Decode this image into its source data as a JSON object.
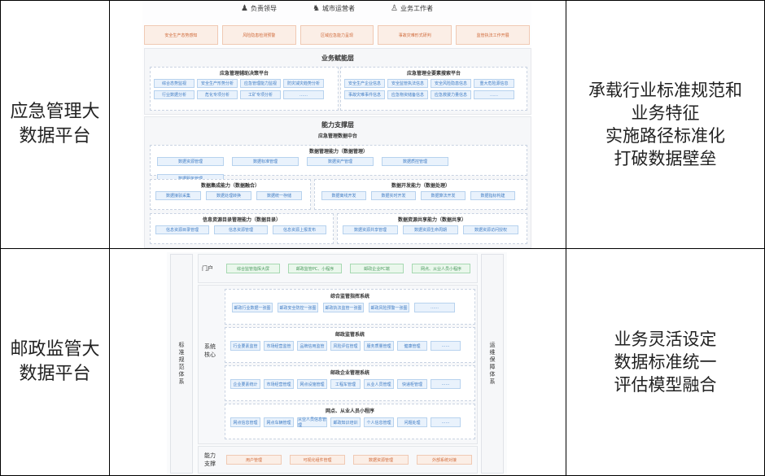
{
  "rows": [
    {
      "platform": "应急管理大数据平台",
      "features": [
        "承载行业标准规范和业务特征",
        "实施路径标准化",
        "打破数据壁垒"
      ]
    },
    {
      "platform": "邮政监管大数据平台",
      "features": [
        "业务灵活设定",
        "数据标准统一",
        "评估模型融合"
      ]
    }
  ],
  "diagram1": {
    "roles": [
      {
        "icon": "person-icon",
        "label": "负责领导"
      },
      {
        "icon": "group-icon",
        "label": "城市运营者"
      },
      {
        "icon": "worker-icon",
        "label": "业务工作者"
      }
    ],
    "top_tags": [
      "安全生产态势感知",
      "风险隐患检测预警",
      "区域应急能力呈现",
      "事故灾难形式研判",
      "监管执法工作开展"
    ],
    "business_layer": {
      "title": "业务赋能层",
      "left_panel": {
        "title": "应急管理辅助决策平台",
        "items": [
          "综合态势监视",
          "安全生产形势分析",
          "应急管理能力监视",
          "防灾减灾趋势分析",
          "行业数据分析",
          "危化专项分析",
          "工矿专项分析",
          "……"
        ]
      },
      "right_panel": {
        "title": "应急管理全要素搜索平台",
        "items": [
          "安全生产企业信息",
          "安全监管执法信息",
          "安全风险隐患信息",
          "重大危险源信息",
          "事故灾难事件信息",
          "应急物资储备信息",
          "应急救援力量信息",
          "……"
        ]
      }
    },
    "capability_layer": {
      "title": "能力支撑层",
      "subtitle": "应急管理数据中台",
      "data_mgmt": {
        "title": "数据管理能力（数据管理）",
        "items": [
          "数据资源管理",
          "数据标准管理",
          "数据资产管理",
          "数据质控管理",
          "数据服务管理"
        ]
      },
      "data_integration": {
        "title": "数据集成能力（数据融合）",
        "items": [
          "数据接驳采集",
          "数据处理转换",
          "数据统一存储"
        ]
      },
      "data_dev": {
        "title": "数据开发能力（数据处理）",
        "items": [
          "数据离线开发",
          "数据实时开发",
          "数据算法开发",
          "数据指标构建"
        ]
      },
      "catalog": {
        "title": "信息资源目录管理能力（数据目录）",
        "items": [
          "信息资源目录管理",
          "信息资源管理",
          "信息资源上报发布"
        ]
      },
      "sharing": {
        "title": "数据资源共享能力（数据共享）",
        "items": [
          "数据资源共享管理",
          "数据资源生命周期",
          "数据资源访问授权"
        ]
      }
    }
  },
  "diagram2": {
    "left_side": "标准规范体系",
    "right_side": "运维保障体系",
    "portal": {
      "label": "门户",
      "items": [
        "综合监管指挥大屏",
        "邮政监管PC、小程序",
        "邮政企业PC端",
        "网点、从业人员小程序"
      ]
    },
    "core": {
      "label": "系统核心",
      "systems": [
        {
          "title": "综合监管指挥系统",
          "items": [
            "邮政行业数据一张图",
            "邮政安全防控一张图",
            "邮政执法监管一张图",
            "邮政风险预警一张图",
            "……"
          ]
        },
        {
          "title": "邮政监管系统",
          "items": [
            "行业要素监管",
            "市场经营监管",
            "品牌信用监管",
            "风险评估管理",
            "服务质量管理",
            "健康管理",
            "……"
          ]
        },
        {
          "title": "邮政企业管理系统",
          "items": [
            "企业要素统计",
            "市场经营管理",
            "网点设施管理",
            "工程车管理",
            "从业人员管理",
            "快递柜管理",
            "……"
          ]
        },
        {
          "title": "网点、从业人员小程序",
          "items": [
            "网点信息管理",
            "网点车辆管理",
            "从业人员信息管理",
            "邮政知识培训",
            "个人信息管理",
            "问题处理",
            "……"
          ]
        }
      ]
    },
    "support": {
      "label": "能力支撑",
      "items": [
        "用户管理",
        "可视化组件管理",
        "数据资源管理",
        "外部系统对接"
      ]
    }
  }
}
